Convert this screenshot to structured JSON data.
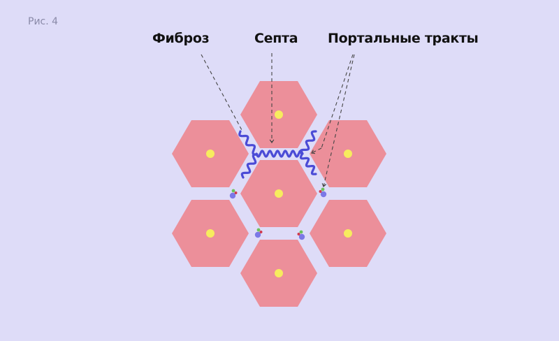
{
  "figure_label": "Рис. 4",
  "labels": {
    "fibrosis": "Фиброз",
    "septa": "Септа",
    "portal_tracts": "Портальные тракты"
  },
  "colors": {
    "background": "#dedcf8",
    "hepatic_lobule": "#ec8f9a",
    "central_vein": "#f7ec5e",
    "fibrosis": "#4b4bd6",
    "portal_vein": "#7b78e6",
    "bile_duct": "#6cc35a",
    "artery": "#d03a4f",
    "leader_line": "#444444"
  }
}
